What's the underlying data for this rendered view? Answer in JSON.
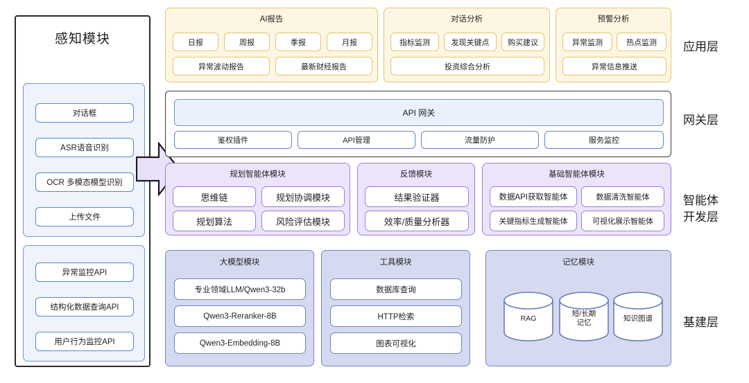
{
  "colors": {
    "app_fill": "#fdf6e3",
    "app_border": "#e8c468",
    "gateway_border": "#3a3a3a",
    "gateway_main_fill": "#eaf1fc",
    "gateway_chip_border": "#5b86d1",
    "agent_fill": "#ece4fb",
    "agent_border": "#9a7ddd",
    "infra_fill": "#d5daf0",
    "infra_border": "#7585c0",
    "sidebar_border": "#2b2b2b",
    "sidebar_group_fill": "#eef3fc",
    "sidebar_group_border": "#6f94d6",
    "arrow_fill": "#e9e1f8",
    "arrow_border": "#1a1a1a"
  },
  "sidebar": {
    "title": "感知模块",
    "groups": [
      {
        "name": "input-group",
        "items": [
          "对话框",
          "ASR语音识别",
          "OCR 多模态模型识别",
          "上传文件"
        ]
      },
      {
        "name": "api-group",
        "items": [
          "异常监控API",
          "结构化数据查询API",
          "用户行为监控API"
        ]
      }
    ]
  },
  "layer_labels": [
    {
      "id": "application",
      "text": "应用层"
    },
    {
      "id": "gateway",
      "text": "网关层"
    },
    {
      "id": "agent-dev",
      "text": "智能体\n开发层"
    },
    {
      "id": "infrastructure",
      "text": "基建层"
    }
  ],
  "application_layer": {
    "panels": [
      {
        "title": "AI报告",
        "row1": [
          "日报",
          "周报",
          "季报",
          "月报"
        ],
        "row2": [
          "异常波动报告",
          "最新财经报告"
        ]
      },
      {
        "title": "对话分析",
        "row1": [
          "指标监测",
          "发现关键点",
          "购买建议"
        ],
        "row2": [
          "投资综合分析"
        ]
      },
      {
        "title": "预警分析",
        "row1": [
          "异常监测",
          "热点监测"
        ],
        "row2": [
          "异常信息推送"
        ]
      }
    ]
  },
  "gateway_layer": {
    "main": "API 网关",
    "chips": [
      "鉴权插件",
      "API管理",
      "流量防护",
      "服务监控"
    ]
  },
  "agent_layer": {
    "panels": [
      {
        "title": "规划智能体模块",
        "row1": [
          "思维链",
          "规划协调模块"
        ],
        "row2": [
          "规划算法",
          "风险评估模块"
        ]
      },
      {
        "title": "反馈模块",
        "row1": [
          "结果验证器"
        ],
        "row2": [
          "效率/质量分析器"
        ]
      },
      {
        "title": "基础智能体模块",
        "row1": [
          "数据API获取智能体",
          "数据清洗智能体"
        ],
        "row2": [
          "关键指标生成智能体",
          "可视化展示智能体"
        ]
      }
    ]
  },
  "infra_layer": {
    "panels": [
      {
        "title": "大模型模块",
        "items": [
          "专业领域LLM/Qwen3-32b",
          "Qwen3-Reranker-8B",
          "Qwen3-Embedding-8B"
        ]
      },
      {
        "title": "工具模块",
        "items": [
          "数据库查询",
          "HTTP检索",
          "图表可视化"
        ]
      },
      {
        "title": "记忆模块",
        "cylinders": [
          "RAG",
          "短/长期\n记忆",
          "知识图谱"
        ]
      }
    ]
  }
}
